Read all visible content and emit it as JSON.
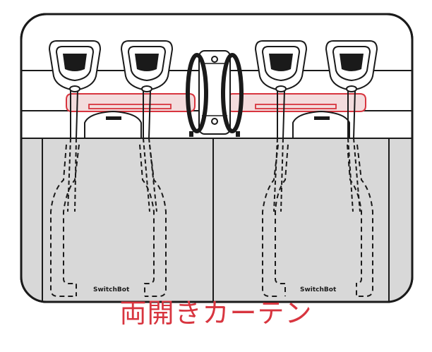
{
  "caption": "両開きカーテン",
  "brand_labels": [
    "SwitchBot",
    "SwitchBot"
  ],
  "colors": {
    "accent": "#d8353f",
    "outline": "#1a1a1a",
    "curtain_fill": "#d8d8d8",
    "rail_highlight": "#f3dcdd",
    "background": "#ffffff"
  },
  "icons": {
    "device": "curtain-robot-icon",
    "bracket": "rail-bracket-icon"
  }
}
